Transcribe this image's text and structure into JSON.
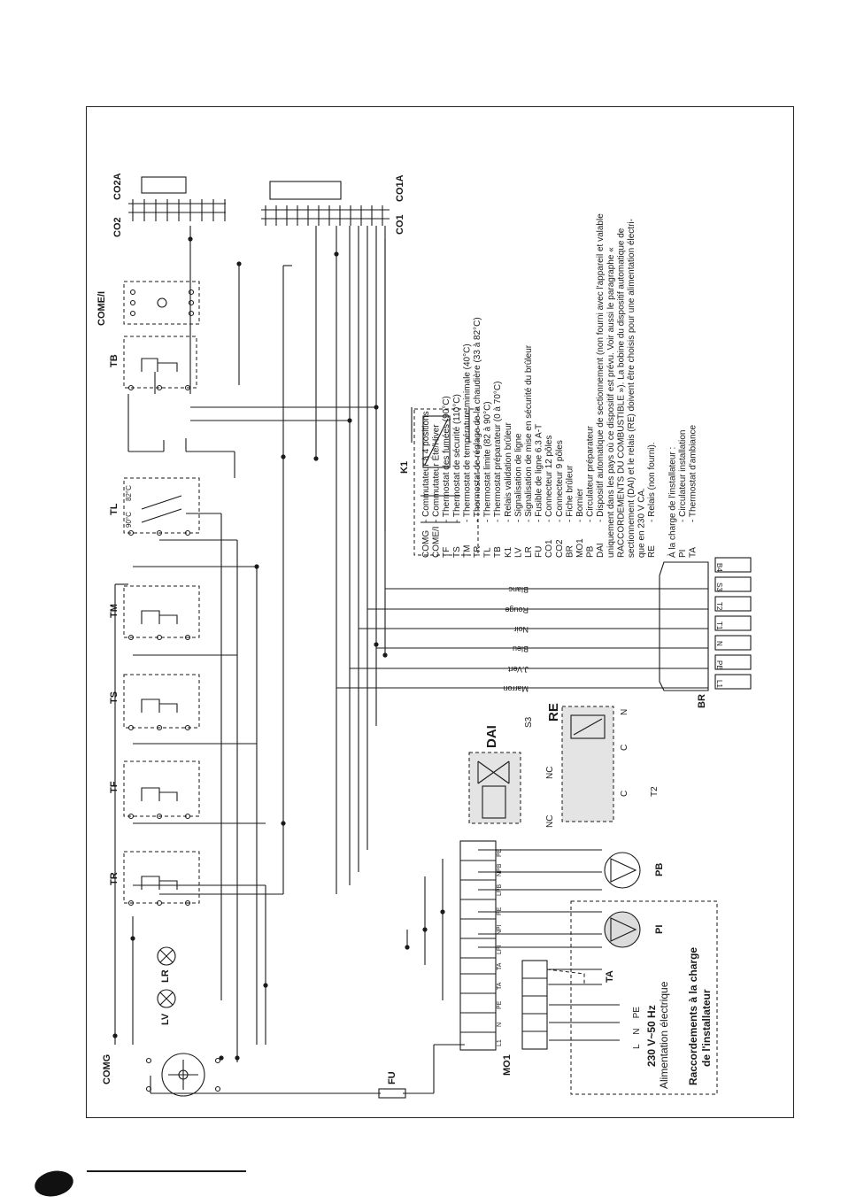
{
  "components": {
    "COMG": "COMG",
    "FU": "FU",
    "LV": "LV",
    "LR": "LR",
    "TR": "TR",
    "TF": "TF",
    "TS": "TS",
    "TM": "TM",
    "TL": "TL",
    "TB": "TB",
    "COMEI": "COME/I",
    "CO2": "CO2",
    "CO2A": "CO2A",
    "CO1": "CO1",
    "CO1A": "CO1A",
    "K1": "K1",
    "MO1": "MO1",
    "PB": "PB",
    "PI": "PI",
    "TA": "TA",
    "DAI": "DAI",
    "RE": "RE",
    "BR": "BR"
  },
  "wire_colors": [
    "Blanc",
    "Rouge",
    "Noir",
    "Bleu",
    "J.Vert",
    "Marron"
  ],
  "relay_signals": {
    "s3": "S3",
    "t2": "T2",
    "n": "N",
    "nc": "NC",
    "c": "C"
  },
  "br_terminals": [
    "B4",
    "S3",
    "T2",
    "T1",
    "N",
    "PE",
    "L1"
  ],
  "mo1_terminals": [
    "L1",
    "N",
    "PE",
    "TA",
    "TA",
    "LPI",
    "NPI",
    "PE",
    "LPB",
    "NPB",
    "PE"
  ],
  "tl_temps": {
    "t90": "90°C",
    "t82": "82°C"
  },
  "power": {
    "lines": "L    N    PE",
    "voltage": "230 V~50 Hz",
    "supply": "Alimentation électrique",
    "installer_line1": "Raccordements à la charge",
    "installer_line2": "de l'installateur"
  },
  "legend": [
    {
      "code": "COMG",
      "desc": "-  Commutateur à 4 positions"
    },
    {
      "code": "COME/I",
      "desc": "-  Commutateur Été/Hiver"
    },
    {
      "code": "TF",
      "desc": "-  Thermostat des fumées (90°C)"
    },
    {
      "code": "TS",
      "desc": "-  Thermostat de sécurité (110°C)"
    },
    {
      "code": "TM",
      "desc": "-  Thermostat de température minimale (40°C)"
    },
    {
      "code": "TR",
      "desc": "-  Thermostat de réglage de la chaudière (33 à 82°C)"
    },
    {
      "code": "TL",
      "desc": "-  Thermostat limite (82 à 90°C)"
    },
    {
      "code": "TB",
      "desc": "-  Thermostat préparateur (0 à 70°C)"
    },
    {
      "code": "K1",
      "desc": "-  Relais validation brûleur"
    },
    {
      "code": "LV",
      "desc": "-  Signalisation de ligne"
    },
    {
      "code": "LR",
      "desc": "-  Signalisation de mise en sécurité du brûleur"
    },
    {
      "code": "FU",
      "desc": "-  Fusible de ligne 6.3 A-T"
    },
    {
      "code": "CO1",
      "desc": "-  Connecteur 12 pôles"
    },
    {
      "code": "CO2",
      "desc": "-  Connecteur 9 pôles"
    },
    {
      "code": "BR",
      "desc": "-  Fiche brûleur"
    },
    {
      "code": "MO1",
      "desc": "-  Bornier"
    },
    {
      "code": "PB",
      "desc": "-  Circulateur préparateur"
    },
    {
      "code": "DAI",
      "desc": "-  Dispositif automatique de sectionnement (non fourni avec l'appareil et valable"
    },
    {
      "code": "",
      "desc": "    uniquement dans les pays où ce dispositif est prévu. Voir aussi le paragraphe «"
    },
    {
      "code": "",
      "desc": "    RACCORDEMENTS DU COMBUSTIBLE »). La bobine du dispositif automatique de"
    },
    {
      "code": "",
      "desc": "    sectionnement (DAI) et le relais (RE) doivent être choisis pour une alimentation électri-"
    },
    {
      "code": "",
      "desc": "    que en 230 V CA."
    },
    {
      "code": "RE",
      "desc": "-  Relais (non fourni)."
    },
    {
      "code": "",
      "desc": ""
    },
    {
      "code": "",
      "desc": "À la charge de l'installateur :"
    },
    {
      "code": "PI",
      "desc": "-  Circulateur installation"
    },
    {
      "code": "TA",
      "desc": "-  Thermostat d'ambiance"
    }
  ]
}
